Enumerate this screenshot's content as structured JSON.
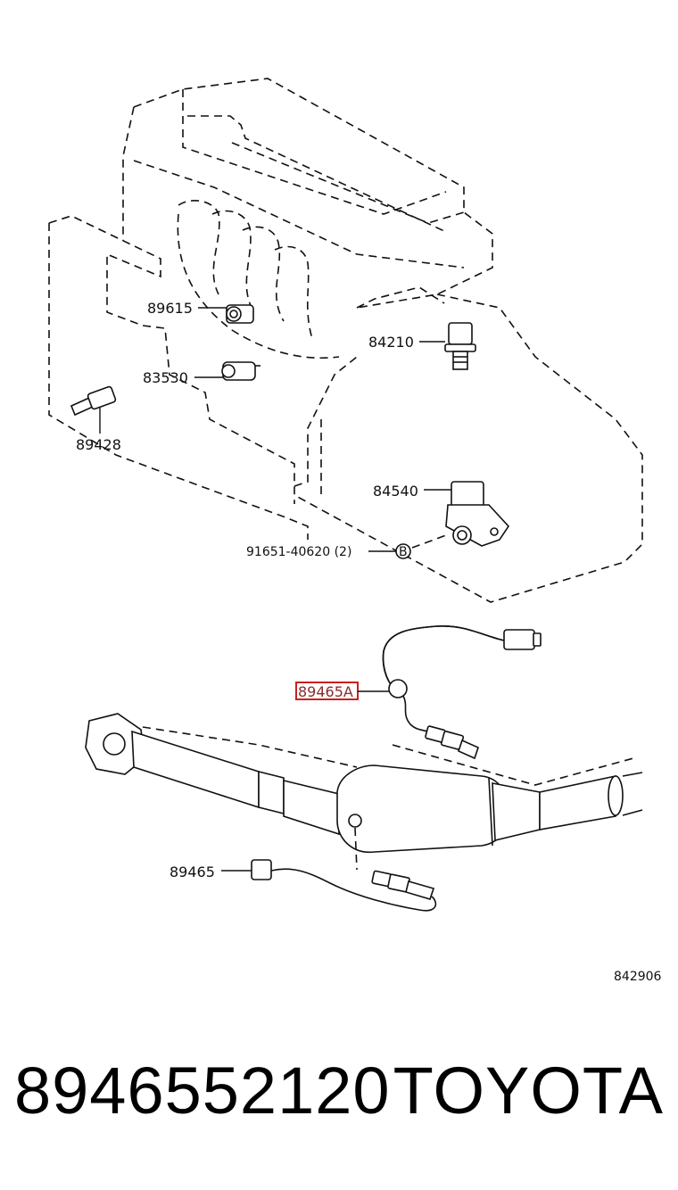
{
  "diagram": {
    "labels": {
      "p89615": "89615",
      "p84210": "84210",
      "p83530": "83530",
      "p89428": "89428",
      "p84540": "84540",
      "p91651": "91651-40620 (2)",
      "bolt_symbol": "B",
      "p89465A": "89465A",
      "p89465": "89465",
      "code": "842906"
    }
  },
  "footer": {
    "part_number": "8946552120",
    "brand": "TOYOTA"
  },
  "colors": {
    "highlight": "#cc1f1f"
  }
}
